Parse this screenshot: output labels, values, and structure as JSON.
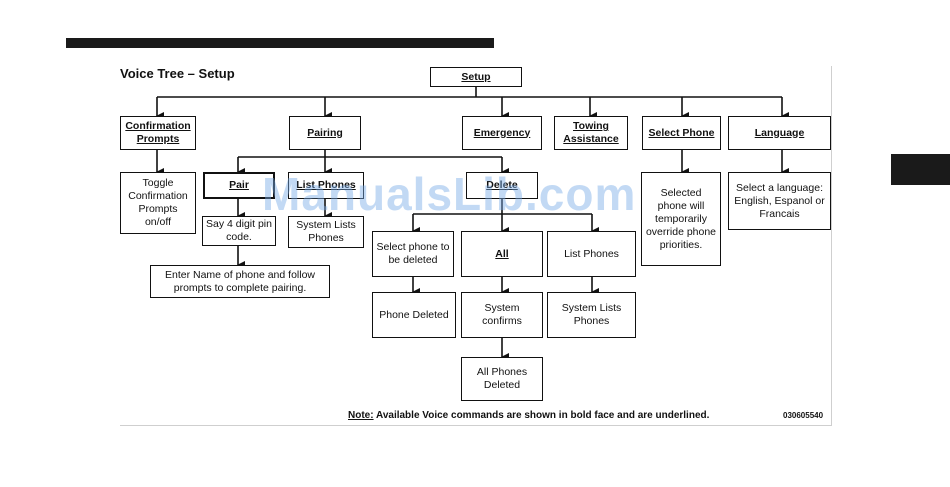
{
  "colors": {
    "ink": "#111111",
    "bar": "#1a1a1a",
    "watermark": "#78aae6"
  },
  "title": "Voice Tree – Setup",
  "nodes": {
    "setup": "Setup",
    "confirmation_prompts": "Confirmation Prompts",
    "pairing": "Pairing",
    "emergency": "Emergency",
    "towing_assistance": "Towing Assistance",
    "select_phone": "Select Phone",
    "language": "Language",
    "toggle_confirmation": "Toggle Confirmation Prompts on/off",
    "pair": "Pair",
    "list_phones": "List Phones",
    "delete": "Delete",
    "select_phone_desc": "Selected phone will temporarily override phone priorities.",
    "select_language": "Select a language: English, Espanol or Francais",
    "say_pin": "Say 4 digit pin code.",
    "system_lists_phones_1": "System Lists Phones",
    "enter_name": "Enter Name of phone and follow prompts to complete pairing.",
    "select_phone_delete": "Select phone to be deleted",
    "all": "All",
    "list_phones_delete": "List Phones",
    "phone_deleted": "Phone Deleted",
    "system_confirms": "System confirms",
    "system_lists_phones_2": "System Lists Phones",
    "all_phones_deleted": "All Phones Deleted"
  },
  "note": {
    "label": "Note:",
    "text": " Available Voice commands are shown in bold face and are underlined."
  },
  "figure_code": "030605540",
  "watermark": "ManualsLib.com"
}
